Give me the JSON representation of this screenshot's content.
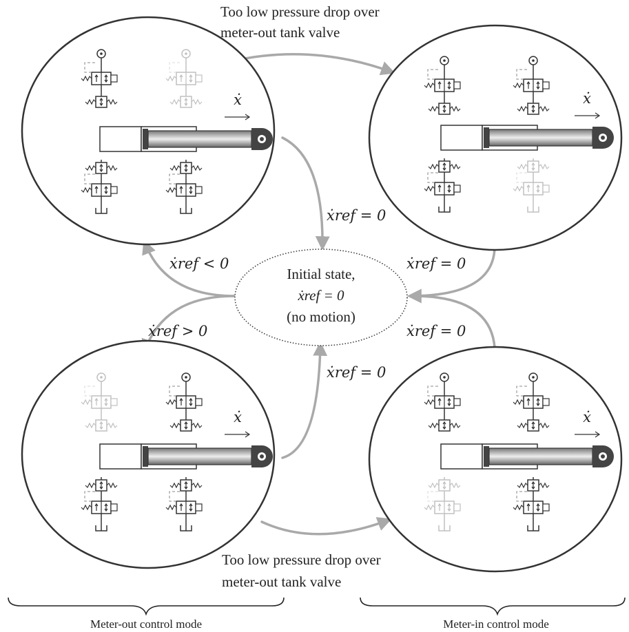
{
  "top_note": {
    "line1": "Too low pressure drop over",
    "line2": "meter-out tank valve"
  },
  "bottom_note": {
    "line1": "Too low pressure drop over",
    "line2": "meter-out tank valve"
  },
  "center": {
    "line1": "Initial state,",
    "line2": "ẋref = 0",
    "line3": "(no motion)"
  },
  "labels": {
    "tl_to_center": "ẋref = 0",
    "center_to_tl": "ẋref < 0",
    "tr_to_center": "ẋref = 0",
    "center_to_bl": "ẋref > 0",
    "br_to_center": "ẋref = 0",
    "bl_to_center": "ẋref = 0"
  },
  "velocity_symbol": "ẋ",
  "modes": {
    "left": "Meter-out control mode",
    "right": "Meter-in control mode"
  },
  "colors": {
    "arrow": "#a9a9a9",
    "faded": "#c8c8c8",
    "ink": "#222222"
  }
}
